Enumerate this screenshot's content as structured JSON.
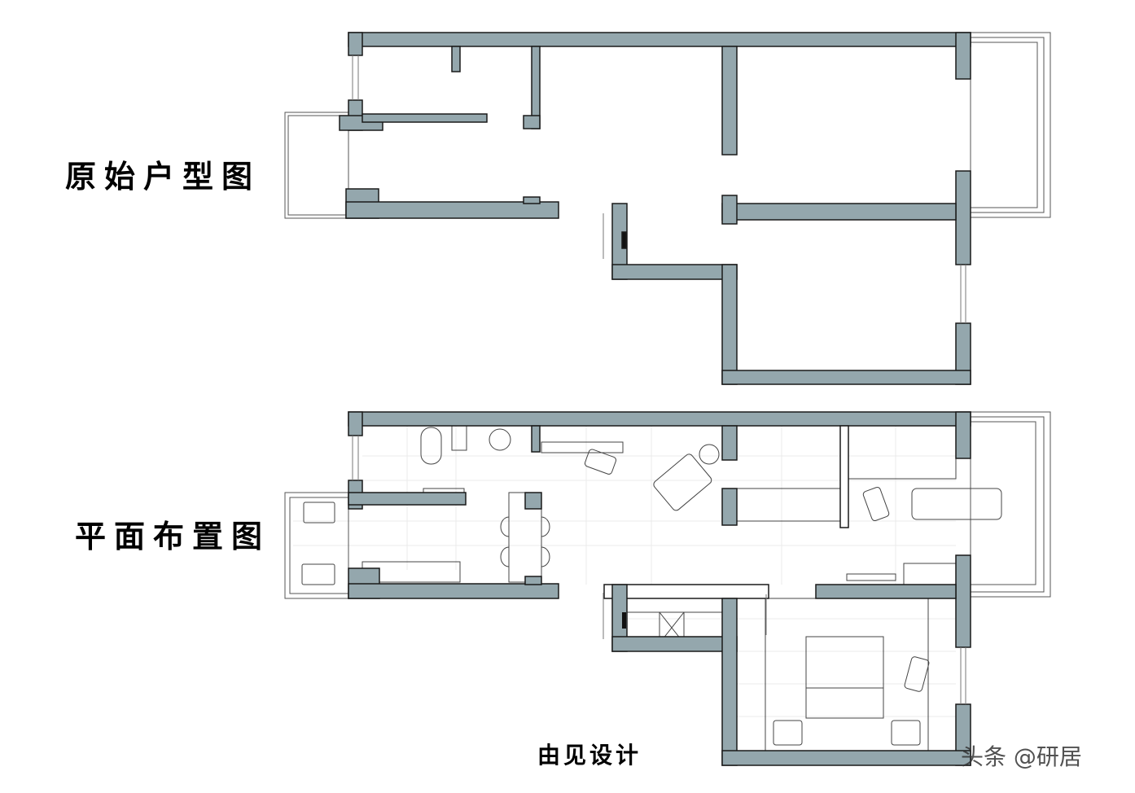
{
  "labels": {
    "original_plan": "原始户型图",
    "layout_plan": "平面布置图",
    "designer": "由见设计"
  },
  "watermark": "头条 @研居",
  "colors": {
    "wall": "#94a7ad",
    "outline": "#1a1a1a",
    "grid": "#e6e6e6"
  }
}
